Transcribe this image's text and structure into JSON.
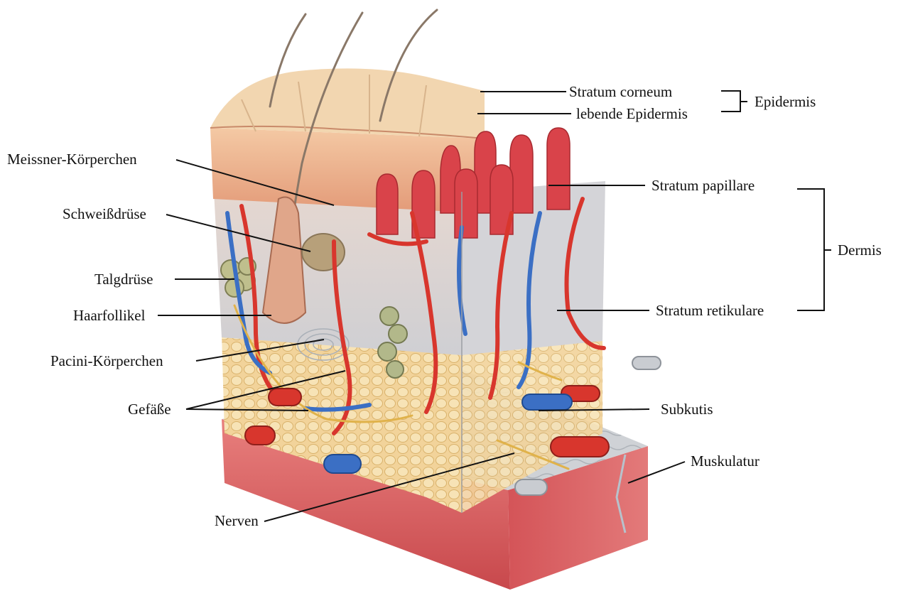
{
  "labels": {
    "meissner": "Meissner-Körperchen",
    "schweissdruese": "Schweißdrüse",
    "talgdruese": "Talgdrüse",
    "haarfollikel": "Haarfollikel",
    "pacini": "Pacini-Körperchen",
    "gefaesse": "Gefäße",
    "nerven": "Nerven",
    "stratum_corneum": "Stratum corneum",
    "lebende_epidermis": "lebende Epidermis",
    "epidermis": "Epidermis",
    "stratum_papillare": "Stratum papillare",
    "dermis": "Dermis",
    "stratum_retikulare": "Stratum retikulare",
    "subkutis": "Subkutis",
    "muskulatur": "Muskulatur"
  },
  "colors": {
    "artery": "#d8362d",
    "vein": "#3b6fc4",
    "nerve": "#e0b24a",
    "fat": "#f2d9a0",
    "epidermis": "#e9a27f",
    "corneum": "#f0d6b0",
    "muscle": "#d4565a",
    "dermis": "#d9d6d4"
  }
}
